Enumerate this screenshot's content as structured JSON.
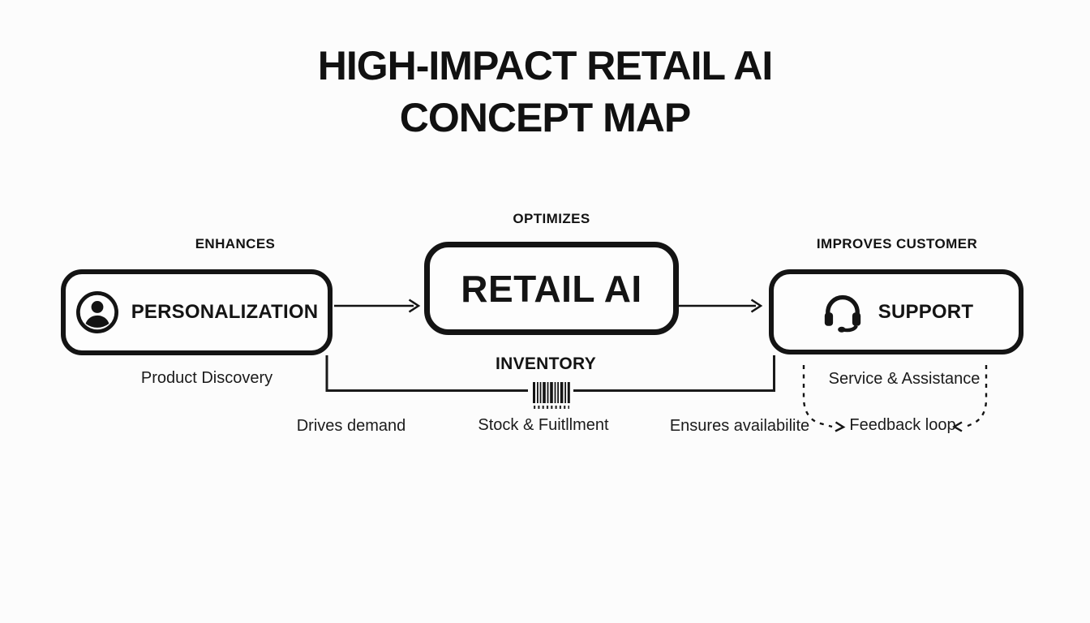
{
  "colors": {
    "background": "#fcfcfc",
    "ink": "#141414"
  },
  "title": {
    "line1": "HIGH-IMPACT RETAIL AI",
    "line2": "CONCEPT MAP"
  },
  "nodes": {
    "personalization": {
      "label": "PERSONALIZATION",
      "relation_above": "ENHANCES",
      "caption_below": "Product Discovery",
      "icon": "user-avatar-icon"
    },
    "retail_ai": {
      "label": "RETAIL AI",
      "relation_above": "OPTIMIZES"
    },
    "support": {
      "label": "SUPPORT",
      "relation_above": "IMPROVES CUSTOMER",
      "caption_below": "Service & Assistance",
      "icon": "headset-icon"
    },
    "inventory": {
      "label": "INVENTORY",
      "caption_below": "Stock & Fuitllment",
      "icon": "barcode-icon"
    }
  },
  "edge_labels": {
    "drives_demand": "Drives demand",
    "ensures_availability": "Ensures availabilite",
    "feedback_loop": "Feedback loop"
  }
}
